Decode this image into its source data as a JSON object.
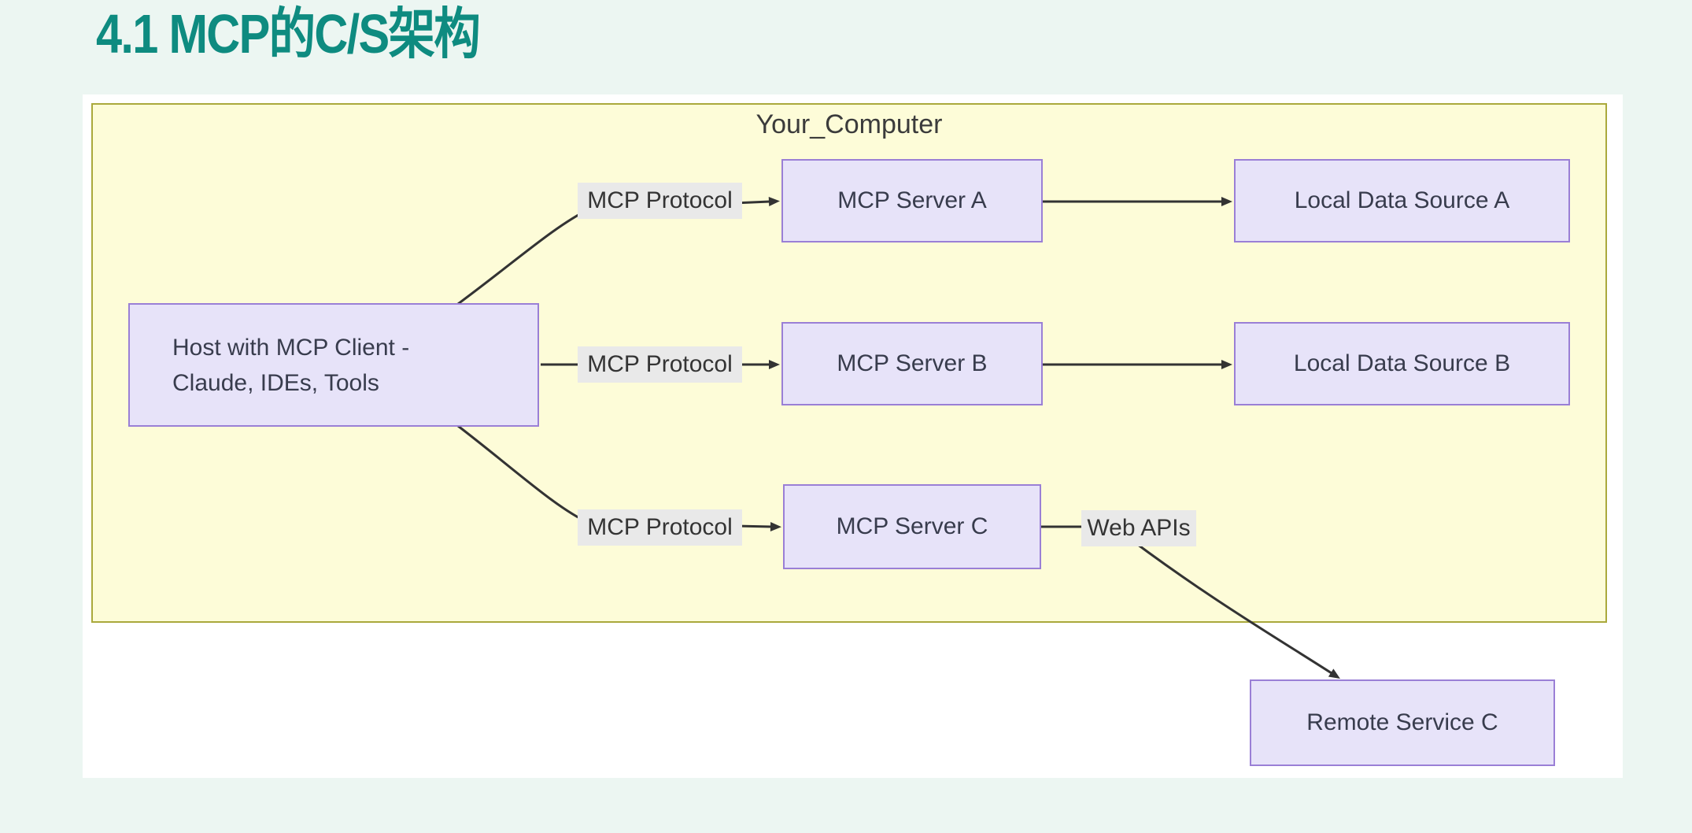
{
  "title": "4.1 MCP的C/S架构",
  "colors": {
    "page_bg": "#ecf6f2",
    "panel_bg": "#ffffff",
    "heading": "#0e8b80",
    "group_fill": "#fdfcd8",
    "group_border": "#aaa93c",
    "node_fill": "#e7e3f9",
    "node_border": "#9a7fd6",
    "edge_label_bg": "#e9e9e9",
    "line": "#333333",
    "text": "#383c4d"
  },
  "diagram": {
    "group_label": "Your_Computer",
    "nodes": {
      "host": {
        "line1": "Host with MCP Client -",
        "line2": "Claude, IDEs, Tools"
      },
      "server_a": {
        "label": "MCP Server A"
      },
      "server_b": {
        "label": "MCP Server B"
      },
      "server_c": {
        "label": "MCP Server C"
      },
      "source_a": {
        "label": "Local Data Source A"
      },
      "source_b": {
        "label": "Local Data Source B"
      },
      "remote_c": {
        "label": "Remote Service C"
      }
    },
    "edge_labels": {
      "protocol_a": "MCP Protocol",
      "protocol_b": "MCP Protocol",
      "protocol_c": "MCP Protocol",
      "web_apis": "Web APIs"
    }
  }
}
